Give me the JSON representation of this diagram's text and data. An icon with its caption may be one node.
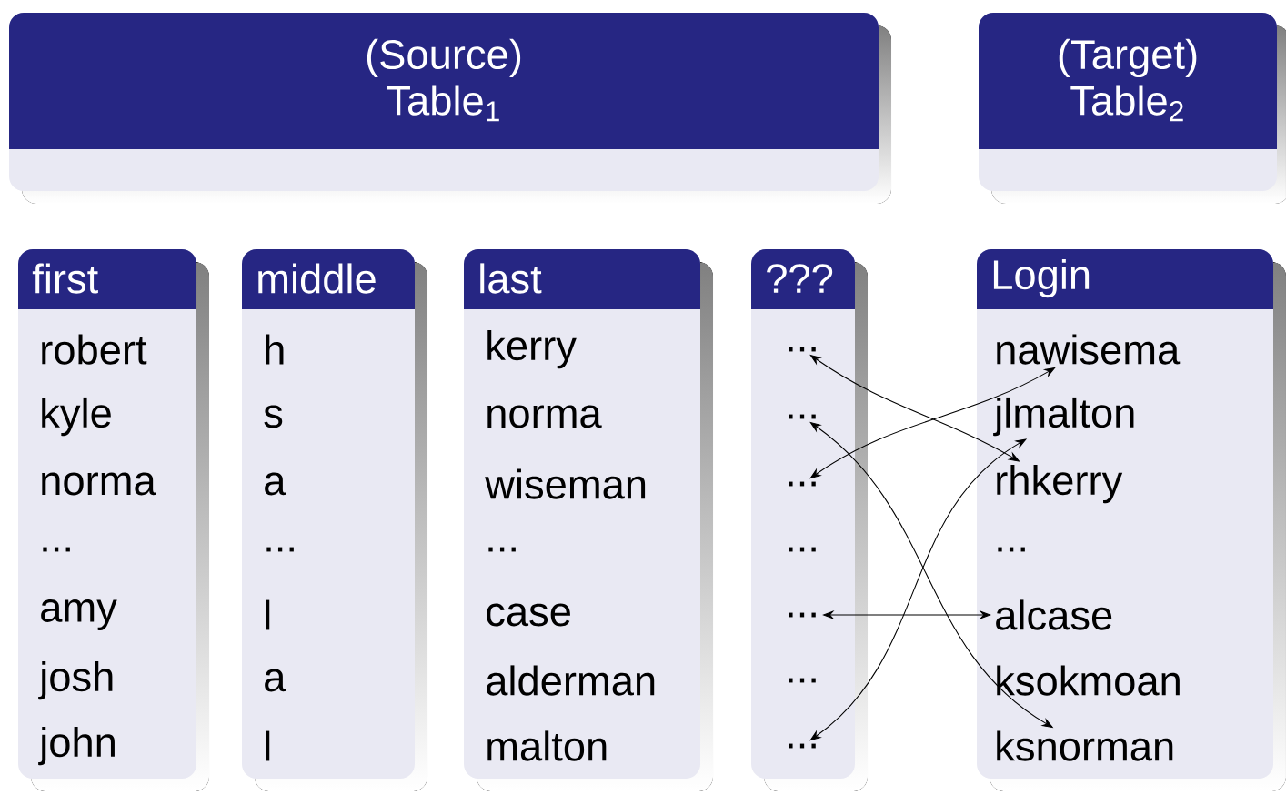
{
  "diagram": {
    "nodes": [
      {
        "text": [
          "(Source) Table$_{1}$"
        ]
      },
      {
        "text": [
          "(Target) Table$_{2}$"
        ]
      },
      {
        "text": [
          "first"
        ]
      },
      {
        "text": [
          "robert"
        ],
        "in": 2
      },
      {
        "text": [
          "kyle"
        ],
        "in": 2
      },
      {
        "text": [
          "norma"
        ],
        "in": 2
      },
      {
        "text": [
          "..."
        ],
        "in": 2
      },
      {
        "text": [
          "amy"
        ],
        "in": 2
      },
      {
        "text": [
          "josh"
        ],
        "in": 2
      },
      {
        "text": [
          "john"
        ],
        "in": 2
      },
      {
        "text": [
          "middle"
        ]
      },
      {
        "text": [
          "h"
        ],
        "in": 10
      },
      {
        "text": [
          "s"
        ],
        "in": 10
      },
      {
        "text": [
          "a"
        ],
        "in": 10
      },
      {
        "text": [
          "..."
        ],
        "in": 10
      },
      {
        "text": [
          "l"
        ],
        "in": 10
      },
      {
        "text": [
          "a"
        ],
        "in": 10
      },
      {
        "text": [
          "l"
        ],
        "in": 10
      },
      {
        "text": [
          "last"
        ]
      },
      {
        "text": [
          "kerry"
        ],
        "in": 18
      },
      {
        "text": [
          "norma"
        ],
        "in": 18
      },
      {
        "text": [
          "wiseman"
        ],
        "in": 18
      },
      {
        "text": [
          "..."
        ],
        "in": 18
      },
      {
        "text": [
          "case"
        ],
        "in": 18
      },
      {
        "text": [
          "alderman"
        ],
        "in": 18
      },
      {
        "text": [
          "malton"
        ],
        "in": 18
      },
      {
        "text": [
          "???"
        ]
      },
      {
        "text": [
          "..."
        ],
        "in": 26
      },
      {
        "text": [
          "..."
        ],
        "in": 26
      },
      {
        "text": [
          "..."
        ],
        "in": 26
      },
      {
        "text": [
          "..."
        ],
        "in": 26
      },
      {
        "text": [
          "..."
        ],
        "in": 26
      },
      {
        "text": [
          "..."
        ],
        "in": 26
      },
      {
        "text": [
          "..."
        ],
        "in": 26
      },
      {
        "text": [
          "Login"
        ]
      },
      {
        "text": [
          "nawisema"
        ],
        "in": 34
      },
      {
        "text": [
          "jlmalton"
        ],
        "in": 34
      },
      {
        "text": [
          "rhkerry"
        ],
        "in": 34
      },
      {
        "text": [
          "..."
        ],
        "in": 34
      },
      {
        "text": [
          "alcase"
        ],
        "in": 34
      },
      {
        "text": [
          "ksokmoan"
        ],
        "in": 34
      },
      {
        "text": [
          "ksnorman"
        ],
        "in": 34
      }
    ],
    "edges": [
      {
        "from": 27,
        "to": 37,
        "arrow": "both"
      },
      {
        "from": 28,
        "to": 41,
        "arrow": "both"
      },
      {
        "from": 29,
        "to": 35,
        "arrow": "both"
      },
      {
        "from": 31,
        "to": 39,
        "arrow": "both"
      },
      {
        "from": 33,
        "to": 36,
        "arrow": "both"
      }
    ]
  }
}
